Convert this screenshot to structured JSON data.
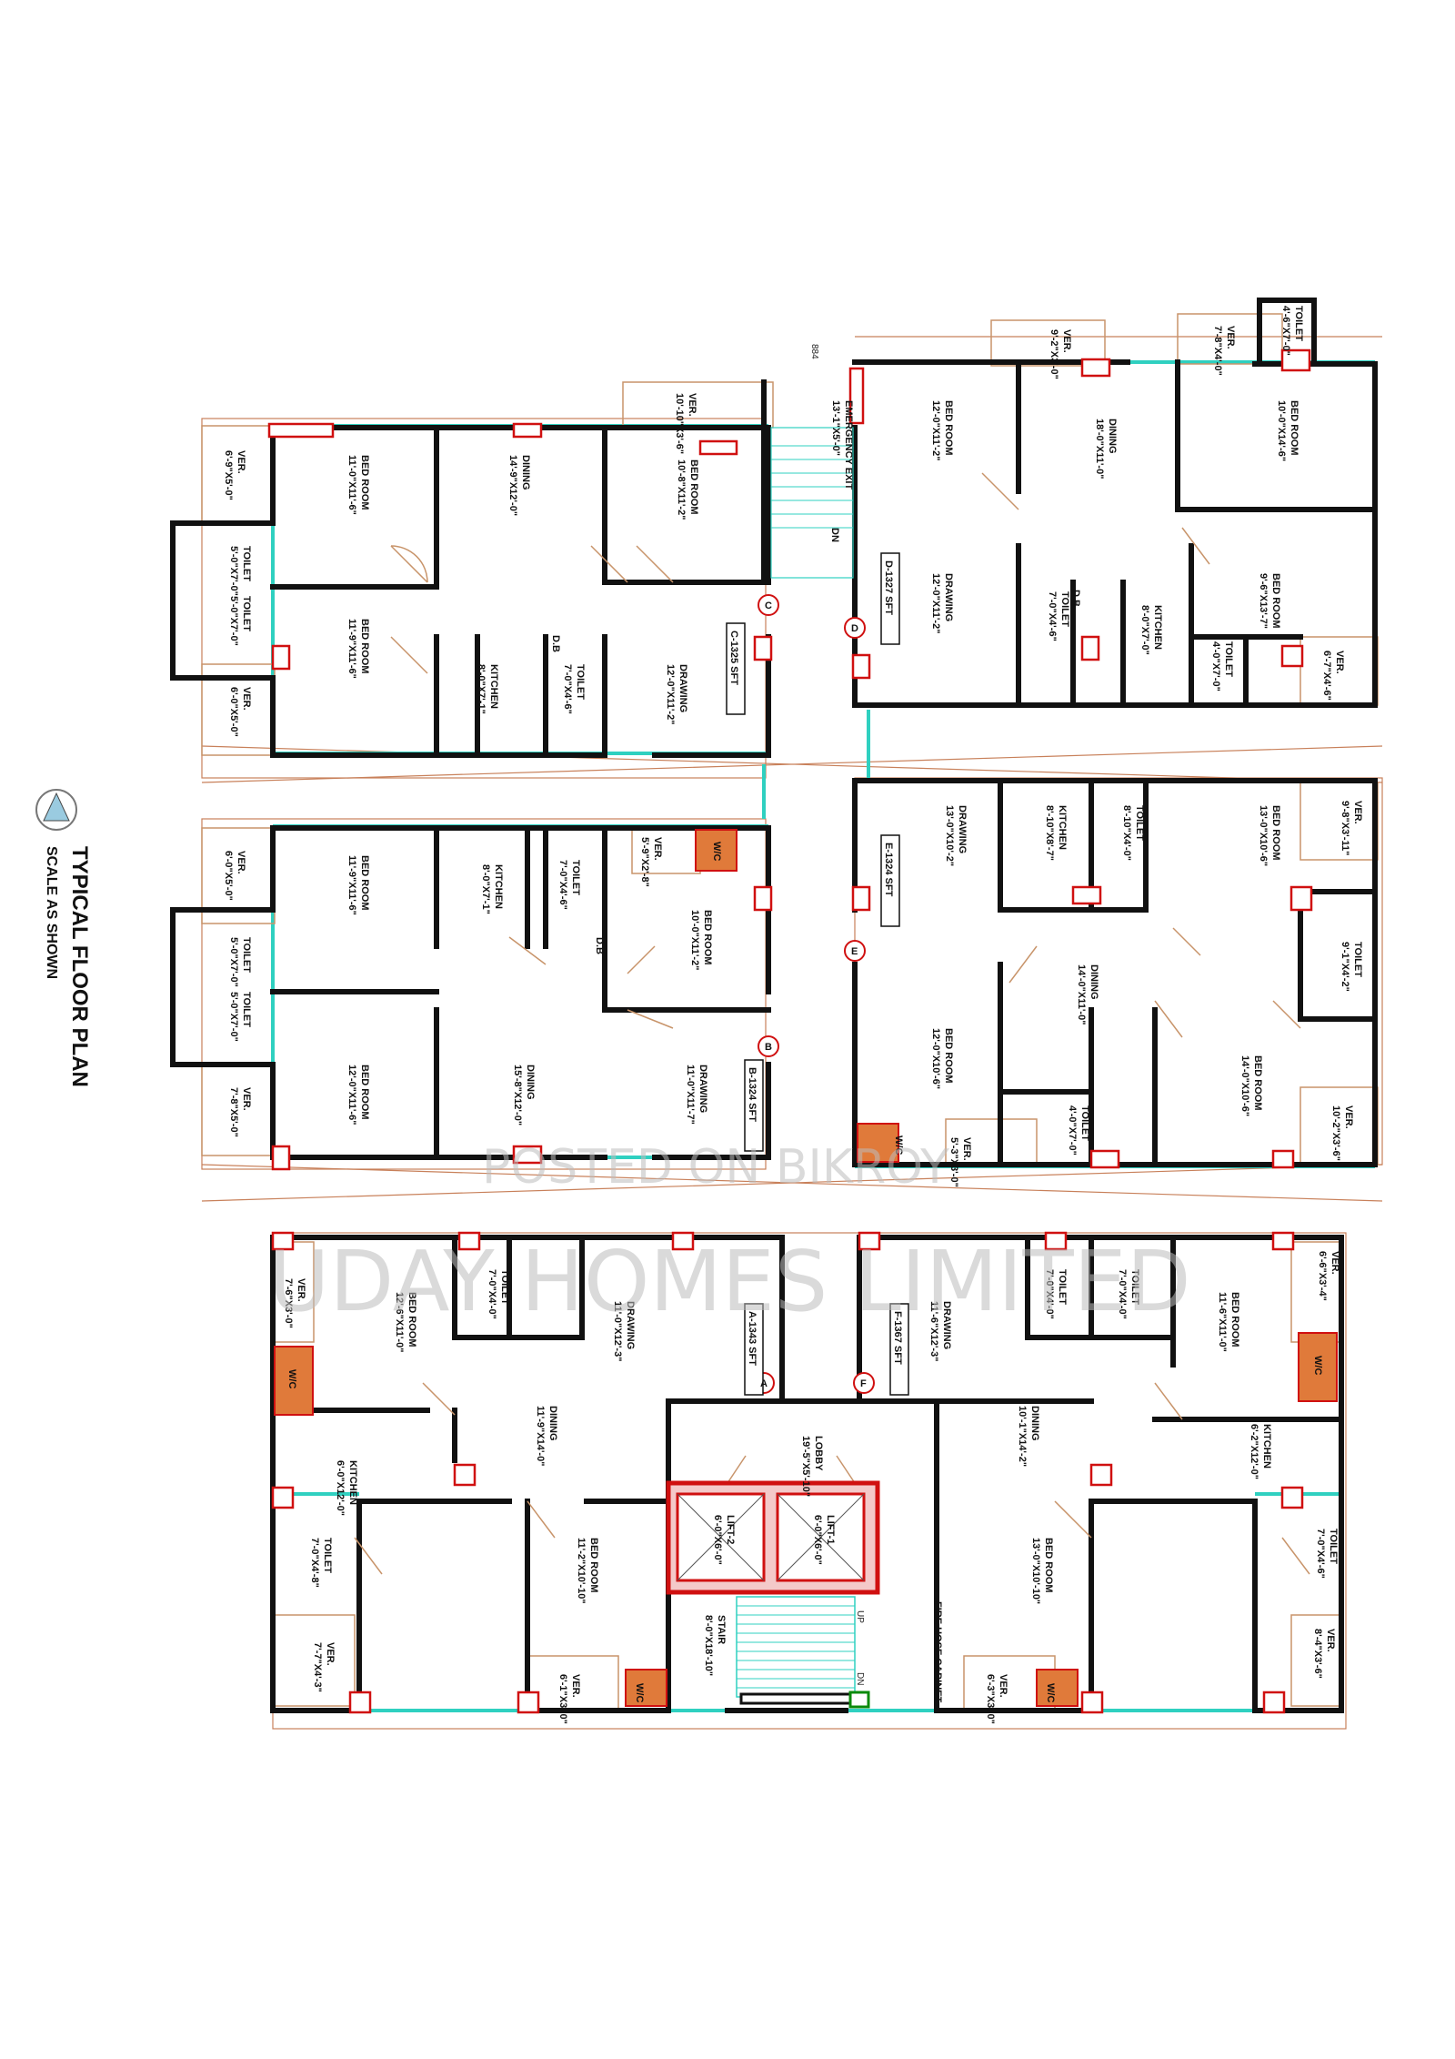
{
  "title": "TYPICAL FLOOR PLAN",
  "subtitle": "SCALE AS SHOWN",
  "watermarks": [
    "POSTED ON BIKROY",
    "UDAY HOMES LIMITED"
  ],
  "marker_884": "884",
  "colors": {
    "wall": "#111111",
    "window": "#2fd0c0",
    "column": "#d01010",
    "balcony": "#c8946a",
    "wc": "#e07a3a",
    "lift": "#d01010",
    "grid": "#c8805a",
    "fire": "#0a8a0a"
  },
  "units": [
    {
      "id": "C",
      "area": "C-1325 SFT"
    },
    {
      "id": "D",
      "area": "D-1327 SFT"
    },
    {
      "id": "E",
      "area": "E-1324 SFT"
    },
    {
      "id": "B",
      "area": "B-1324 SFT"
    },
    {
      "id": "A",
      "area": "A-1343 SFT"
    },
    {
      "id": "F",
      "area": "F-1367 SFT"
    }
  ],
  "rooms": {
    "c1": {
      "name": "VER.",
      "dim": "6'-9\"X5'-0\""
    },
    "c2": {
      "name": "BED ROOM",
      "dim": "11'-0\"X11'-6\""
    },
    "c3": {
      "name": "DINING",
      "dim": "14'-9\"X12'-0\""
    },
    "c4": {
      "name": "BED ROOM",
      "dim": "10'-8\"X11'-2\""
    },
    "c5": {
      "name": "VER.",
      "dim": "10'-10\"X3'-6\""
    },
    "c6": {
      "name": "TOILET",
      "dim": "5'-0\"X7'-0\""
    },
    "c7": {
      "name": "TOILET",
      "dim": "5'-0\"X7'-0\""
    },
    "c8": {
      "name": "BED ROOM",
      "dim": "11'-9\"X11'-6\""
    },
    "c9": {
      "name": "KITCHEN",
      "dim": "8'-0\"X7'-1\""
    },
    "c10": {
      "name": "TOILET",
      "dim": "7'-0\"X4'-6\""
    },
    "c11": {
      "name": "DRAWING",
      "dim": "12'-0\"X11'-2\""
    },
    "c12": {
      "name": "VER.",
      "dim": "6'-0\"X5'-0\""
    },
    "cdb": "D.B",
    "d1": {
      "name": "EMERGENCY EXIT",
      "dim": "13'-1\"X5'-0\""
    },
    "d2": {
      "name": "BED ROOM",
      "dim": "12'-0\"X11'-2\""
    },
    "d3": {
      "name": "VER.",
      "dim": "9'-2\"X3'-0\""
    },
    "d4": {
      "name": "DINING",
      "dim": "18'-0\"X11'-0\""
    },
    "d5": {
      "name": "VER.",
      "dim": "7'-8\"X4'-0\""
    },
    "d6": {
      "name": "BED ROOM",
      "dim": "10'-0\"X14'-6\""
    },
    "d7": {
      "name": "TOILET",
      "dim": "4'-6\"X7'-0\""
    },
    "d8": {
      "name": "DRAWING",
      "dim": "12'-0\"X11'-2\""
    },
    "d9": {
      "name": "TOILET",
      "dim": "7'-0\"X4'-6\""
    },
    "d10": {
      "name": "KITCHEN",
      "dim": "8'-0\"X7'-0\""
    },
    "d11": {
      "name": "BED ROOM",
      "dim": "9'-6\"X13'-7\""
    },
    "d12": {
      "name": "TOILET",
      "dim": "4'-0\"X7'-0\""
    },
    "d13": {
      "name": "VER.",
      "dim": "6'-7\"X4'-6\""
    },
    "ddb": "D.B",
    "dn": "DN",
    "e1": {
      "name": "DRAWING",
      "dim": "13'-0\"X10'-2\""
    },
    "e2": {
      "name": "KITCHEN",
      "dim": "8'-10\"X8'-7\""
    },
    "e3": {
      "name": "TOILET",
      "dim": "8'-10\"X4'-0\""
    },
    "e4": {
      "name": "BED ROOM",
      "dim": "13'-0\"X10'-6\""
    },
    "e5": {
      "name": "VER.",
      "dim": "9'-8\"X3'-11\""
    },
    "e6": {
      "name": "TOILET",
      "dim": "9'-1\"X4'-2\""
    },
    "e7": {
      "name": "DINING",
      "dim": "14'-0\"X11'-0\""
    },
    "e8": {
      "name": "BED ROOM",
      "dim": "12'-0\"X10'-6\""
    },
    "e9": {
      "name": "TOILET",
      "dim": "4'-0\"X7'-0\""
    },
    "e10": {
      "name": "BED ROOM",
      "dim": "14'-0\"X10'-6\""
    },
    "e11": {
      "name": "VER.",
      "dim": "10'-2\"X3'-6\""
    },
    "e12": {
      "name": "VER.",
      "dim": "5'-3\"X3'-0\""
    },
    "ewc": "W/C",
    "b1": {
      "name": "VER.",
      "dim": "6'-0\"X5'-0\""
    },
    "b2": {
      "name": "BED ROOM",
      "dim": "11'-9\"X11'-6\""
    },
    "b3": {
      "name": "KITCHEN",
      "dim": "8'-0\"X7'-1\""
    },
    "b4": {
      "name": "TOILET",
      "dim": "7'-0\"X4'-6\""
    },
    "b5": {
      "name": "VER.",
      "dim": "5'-9\"X2'-8\""
    },
    "b6": {
      "name": "BED ROOM",
      "dim": "10'-0\"X11'-2\""
    },
    "b7": {
      "name": "TOILET",
      "dim": "5'-0\"X7'-0\""
    },
    "b8": {
      "name": "TOILET",
      "dim": "5'-0\"X7'-0\""
    },
    "b9": {
      "name": "BED ROOM",
      "dim": "12'-0\"X11'-6\""
    },
    "b10": {
      "name": "DINING",
      "dim": "15'-8\"X12'-0\""
    },
    "b11": {
      "name": "DRAWING",
      "dim": "11'-0\"X11'-7\""
    },
    "b12": {
      "name": "VER.",
      "dim": "7'-8\"X5'-0\""
    },
    "bwc": "W/C",
    "bdb": "D.B",
    "a1": {
      "name": "VER.",
      "dim": "7'-6\"X3'-0\""
    },
    "a2": {
      "name": "BED ROOM",
      "dim": "12'-6\"X11'-0\""
    },
    "a3": {
      "name": "TOILET",
      "dim": "7'-0\"X4'-0\""
    },
    "a4": {
      "name": "DRAWING",
      "dim": "11'-0\"X12'-3\""
    },
    "a5": {
      "name": "DINING",
      "dim": "11'-9\"X14'-0\""
    },
    "a6": {
      "name": "KITCHEN",
      "dim": "6'-0\"X12'-0\""
    },
    "a7": {
      "name": "TOILET",
      "dim": "7'-0\"X4'-8\""
    },
    "a8": {
      "name": "BED ROOM",
      "dim": "11'-2\"X10'-10\""
    },
    "a9": {
      "name": "VER.",
      "dim": "7'-7\"X4'-3\""
    },
    "a10": {
      "name": "VER.",
      "dim": "6'-1\"X3'-0\""
    },
    "awc1": "W/C",
    "awc2": "W/C",
    "f1": {
      "name": "TOILET",
      "dim": "7'-0\"X4'-0\""
    },
    "f2": {
      "name": "DRAWING",
      "dim": "11'-6\"X12'-3\""
    },
    "f3": {
      "name": "TOILET",
      "dim": "7'-0\"X4'-0\""
    },
    "f4": {
      "name": "BED ROOM",
      "dim": "11'-6\"X11'-0\""
    },
    "f5": {
      "name": "VER.",
      "dim": "6'-6\"X3'-4\""
    },
    "f6": {
      "name": "DINING",
      "dim": "10'-1\"X14'-2\""
    },
    "f7": {
      "name": "KITCHEN",
      "dim": "6'-2\"X12'-0\""
    },
    "f8": {
      "name": "BED ROOM",
      "dim": "13'-0\"X10'-10\""
    },
    "f9": {
      "name": "TOILET",
      "dim": "7'-0\"X4'-6\""
    },
    "f10": {
      "name": "VER.",
      "dim": "8'-4\"X3'-6\""
    },
    "f11": {
      "name": "VER.",
      "dim": "6'-3\"X3'-0\""
    },
    "fwc1": "W/C",
    "fwc2": "W/C"
  },
  "core": {
    "lobby": {
      "name": "LOBBY",
      "dim": "19'-5\"X5'-10\""
    },
    "lift2": {
      "name": "LIFT-2",
      "dim": "6'-0\"X6'-0\""
    },
    "lift1": {
      "name": "LIFT-1",
      "dim": "6'-0\"X6'-0\""
    },
    "stair": {
      "name": "STAIR",
      "dim": "8'-0\"X18'-10\""
    },
    "up": "UP",
    "dn": "DN",
    "fire": "FIRE HOSE CABINET"
  }
}
